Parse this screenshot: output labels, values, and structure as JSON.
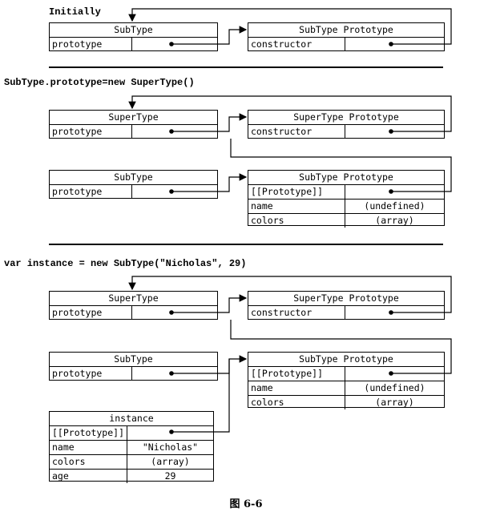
{
  "headings": {
    "initially": "Initially",
    "assign": "SubType.prototype=new SuperType()",
    "instance": "var instance = new SubType(\"Nicholas\", 29)"
  },
  "labels": {
    "subtype": "SubType",
    "supertype": "SuperType",
    "subtype_proto": "SubType Prototype",
    "supertype_proto": "SuperType Prototype",
    "instance": "instance",
    "prototype": "prototype",
    "constructor": "constructor",
    "proto_link": "[[Prototype]]",
    "name": "name",
    "colors": "colors",
    "age": "age"
  },
  "values": {
    "undefined": "(undefined)",
    "array": "(array)",
    "nicholas": "\"Nicholas\"",
    "age": "29"
  },
  "caption": "图 6-6"
}
